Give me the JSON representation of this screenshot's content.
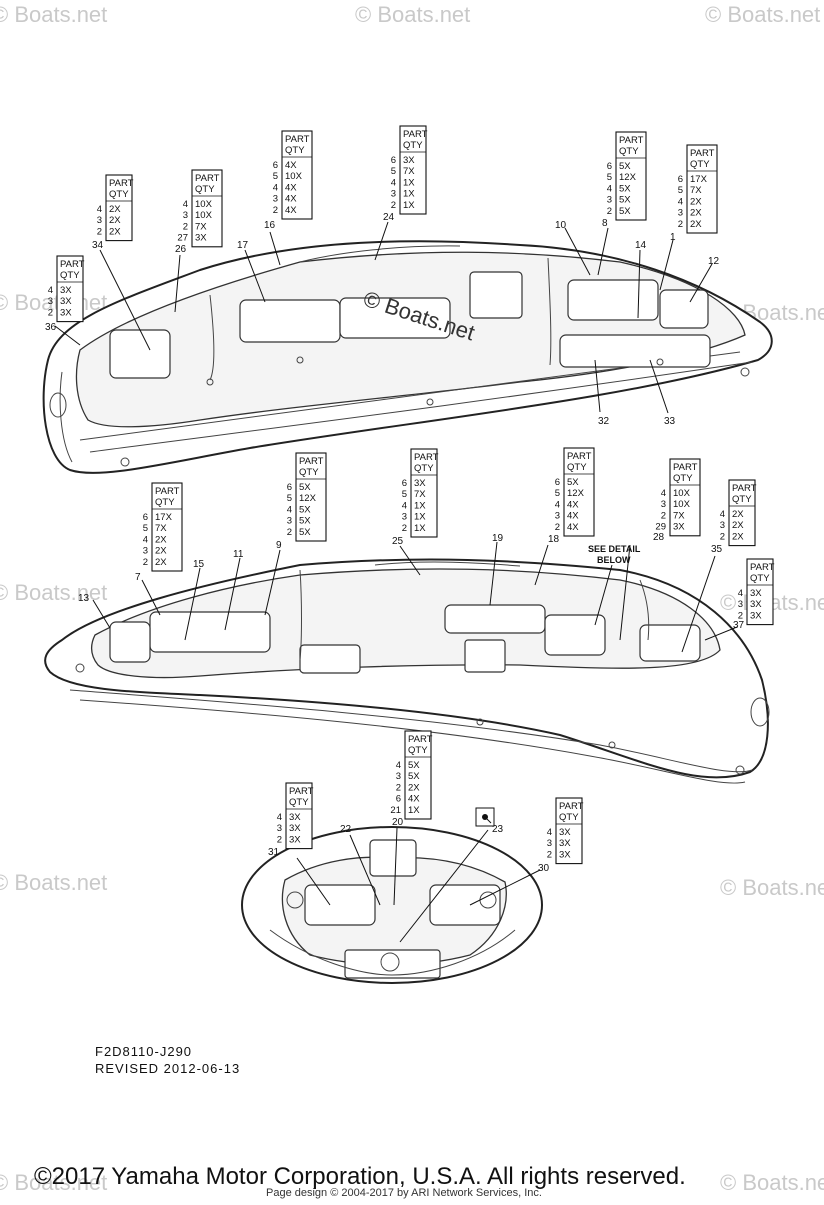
{
  "watermark": "© Boats.net",
  "diagram": {
    "ident_code": "F2D8110-J290",
    "revised": "REVISED 2012-06-13",
    "see_detail_line1": "SEE DETAIL",
    "see_detail_line2": "BELOW"
  },
  "qty_header": {
    "line1": "PART",
    "line2": "QTY"
  },
  "qty_tables": [
    {
      "parts": [
        "4",
        "3",
        "2"
      ],
      "qty": [
        "2X",
        "2X",
        "2X"
      ],
      "callout": "34"
    },
    {
      "parts": [
        "4",
        "3",
        "2",
        "27"
      ],
      "qty": [
        "10X",
        "10X",
        "7X",
        "3X"
      ],
      "callout": "26"
    },
    {
      "parts": [
        "6",
        "5",
        "4",
        "3",
        "2"
      ],
      "qty": [
        "4X",
        "10X",
        "4X",
        "4X",
        "4X"
      ],
      "callout": "16"
    },
    {
      "parts": [
        "6",
        "5",
        "4",
        "3",
        "2"
      ],
      "qty": [
        "3X",
        "7X",
        "1X",
        "1X",
        "1X"
      ],
      "callout": "24"
    },
    {
      "parts": [
        "6",
        "5",
        "4",
        "3",
        "2"
      ],
      "qty": [
        "5X",
        "12X",
        "5X",
        "5X",
        "5X"
      ],
      "callout": "8"
    },
    {
      "parts": [
        "6",
        "5",
        "4",
        "3",
        "2"
      ],
      "qty": [
        "17X",
        "7X",
        "2X",
        "2X",
        "2X"
      ],
      "callout": "1"
    },
    {
      "parts": [
        "4",
        "3",
        "2"
      ],
      "qty": [
        "3X",
        "3X",
        "3X"
      ],
      "callout": "36"
    },
    {
      "parts": [
        "6",
        "5",
        "4",
        "3",
        "2"
      ],
      "qty": [
        "17X",
        "7X",
        "2X",
        "2X",
        "2X"
      ],
      "callout": "7"
    },
    {
      "parts": [
        "6",
        "5",
        "4",
        "3",
        "2"
      ],
      "qty": [
        "5X",
        "12X",
        "5X",
        "5X",
        "5X"
      ],
      "callout": "9"
    },
    {
      "parts": [
        "6",
        "5",
        "4",
        "3",
        "2"
      ],
      "qty": [
        "3X",
        "7X",
        "1X",
        "1X",
        "1X"
      ],
      "callout": "25"
    },
    {
      "parts": [
        "6",
        "5",
        "4",
        "3",
        "2"
      ],
      "qty": [
        "5X",
        "12X",
        "4X",
        "4X",
        "4X"
      ],
      "callout": "18"
    },
    {
      "parts": [
        "4",
        "3",
        "2",
        "29"
      ],
      "qty": [
        "10X",
        "10X",
        "7X",
        "3X"
      ],
      "callout": "28"
    },
    {
      "parts": [
        "4",
        "3",
        "2"
      ],
      "qty": [
        "2X",
        "2X",
        "2X"
      ],
      "callout": "35"
    },
    {
      "parts": [
        "4",
        "3",
        "2"
      ],
      "qty": [
        "3X",
        "3X",
        "3X"
      ],
      "callout": "37"
    },
    {
      "parts": [
        "4",
        "3",
        "2",
        "6",
        "21"
      ],
      "qty": [
        "5X",
        "5X",
        "2X",
        "4X",
        "1X"
      ],
      "callout": "20"
    },
    {
      "parts": [
        "4",
        "3",
        "2"
      ],
      "qty": [
        "3X",
        "3X",
        "3X"
      ],
      "callout": "31"
    },
    {
      "parts": [
        "4",
        "3",
        "2"
      ],
      "qty": [
        "3X",
        "3X",
        "3X"
      ],
      "callout": "30"
    }
  ],
  "callouts": [
    "10",
    "14",
    "12",
    "17",
    "32",
    "33",
    "15",
    "11",
    "13",
    "19",
    "22",
    "23"
  ],
  "footer": {
    "copyright": "©2017 Yamaha Motor Corporation, U.S.A. All rights reserved.",
    "credit": "Page design © 2004-2017 by ARI Network Services, Inc."
  }
}
